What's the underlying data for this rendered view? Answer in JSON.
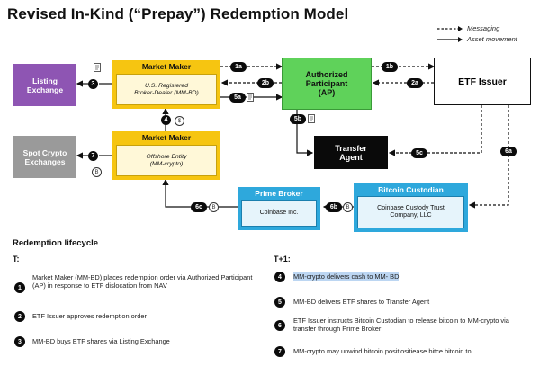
{
  "title": "Revised In-Kind (“Prepay”) Redemption Model",
  "legend": {
    "messaging": "Messaging",
    "asset_movement": "Asset movement"
  },
  "nodes": {
    "listing_exchange": {
      "line1": "Listing",
      "line2": "Exchange"
    },
    "spot_crypto": {
      "line1": "Spot Crypto",
      "line2": "Exchanges"
    },
    "mm_bd": {
      "header": "Market Maker",
      "line1": "U.S. Registered",
      "line2": "Broker-Dealer (MM-BD)"
    },
    "mm_crypto": {
      "header": "Market Maker",
      "line1": "Offshore Entity",
      "line2": "(MM-crypto)"
    },
    "ap": {
      "line1": "Authorized",
      "line2": "Participant",
      "line3": "(AP)"
    },
    "etf_issuer": {
      "label": "ETF Issuer"
    },
    "transfer_agent": {
      "line1": "Transfer",
      "line2": "Agent"
    },
    "prime_broker": {
      "header": "Prime Broker",
      "line1": "Coinbase Inc."
    },
    "bitcoin_custodian": {
      "header": "Bitcoin Custodian",
      "line1": "Coinbase Custody Trust",
      "line2": "Company, LLC"
    }
  },
  "badges": {
    "b1a": "1a",
    "b1b": "1b",
    "b2a": "2a",
    "b2b": "2b",
    "b3": "3",
    "b4": "4",
    "b5a": "5a",
    "b5b": "5b",
    "b5c": "5c",
    "b6a": "6a",
    "b6b": "6b",
    "b6c": "6c",
    "b7": "7"
  },
  "icons": {
    "dollar": "$",
    "bitcoin": "B"
  },
  "lifecycle": {
    "heading": "Redemption lifecycle",
    "t_label": "T:",
    "t1_label": "T+1:",
    "steps_t": [
      {
        "num": "1",
        "text": "Market Maker (MM-BD) places redemption order via Authorized Participant (AP) in response to ETF dislocation from NAV"
      },
      {
        "num": "2",
        "text": "ETF Issuer approves redemption order"
      },
      {
        "num": "3",
        "text": "MM-BD buys ETF shares via Listing Exchange"
      }
    ],
    "steps_t1": [
      {
        "num": "4",
        "text": "MM-crypto delivers cash to MM- BD"
      },
      {
        "num": "5",
        "text": "MM-BD delivers ETF shares to Transfer Agent"
      },
      {
        "num": "6",
        "text": "ETF Issuer instructs Bitcoin Custodian to release bitcoin to MM-crypto via transfer through Prime Broker"
      },
      {
        "num": "7",
        "text": "MM-crypto may unwind bitcoin positiositiease bitce bitcoin to"
      }
    ]
  },
  "colors": {
    "listing_exchange": "#8e55b3",
    "spot_crypto": "#9a9a9a",
    "market_maker": "#f6c511",
    "authorized_participant": "#5fd25a",
    "transfer_agent": "#0a0a0a",
    "custodian": "#2ea8dc",
    "highlight": "#bcd6f2"
  }
}
